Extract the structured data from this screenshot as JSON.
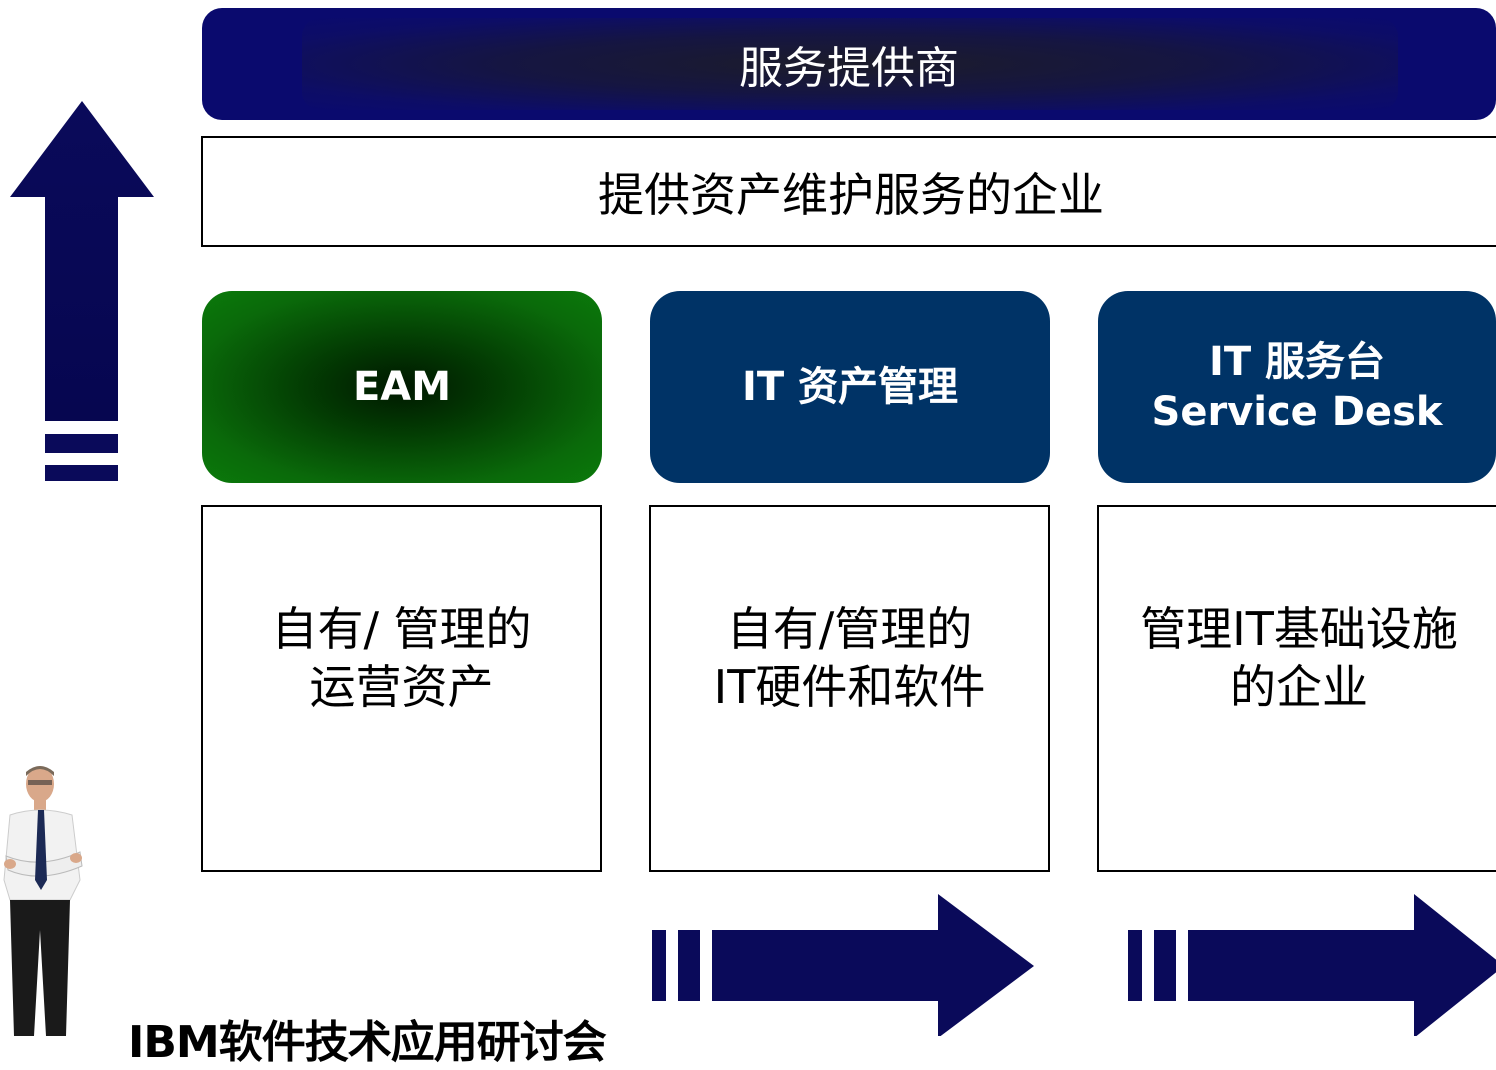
{
  "top_banner": {
    "label": "服务提供商"
  },
  "enterprise_bar": {
    "label": "提供资产维护服务的企业"
  },
  "categories": [
    {
      "lines": [
        "EAM"
      ],
      "color": "#0b6b0b"
    },
    {
      "lines": [
        "IT 资产管理"
      ],
      "color": "#003366"
    },
    {
      "lines": [
        "IT 服务台",
        "Service Desk"
      ],
      "color": "#003366"
    }
  ],
  "descriptions": [
    {
      "lines": [
        "自有/ 管理的",
        "运营资产"
      ]
    },
    {
      "lines": [
        "自有/管理的",
        "IT硬件和软件"
      ]
    },
    {
      "lines": [
        "管理IT基础设施",
        "的企业"
      ]
    }
  ],
  "footer": {
    "title": "IBM软件技术应用研讨会"
  },
  "colors": {
    "navy": "#0a0a6e",
    "blue": "#003366",
    "green": "#0b6b0b"
  },
  "icons": [
    "up-arrow-icon",
    "right-arrow-icon",
    "presenter-figure"
  ]
}
